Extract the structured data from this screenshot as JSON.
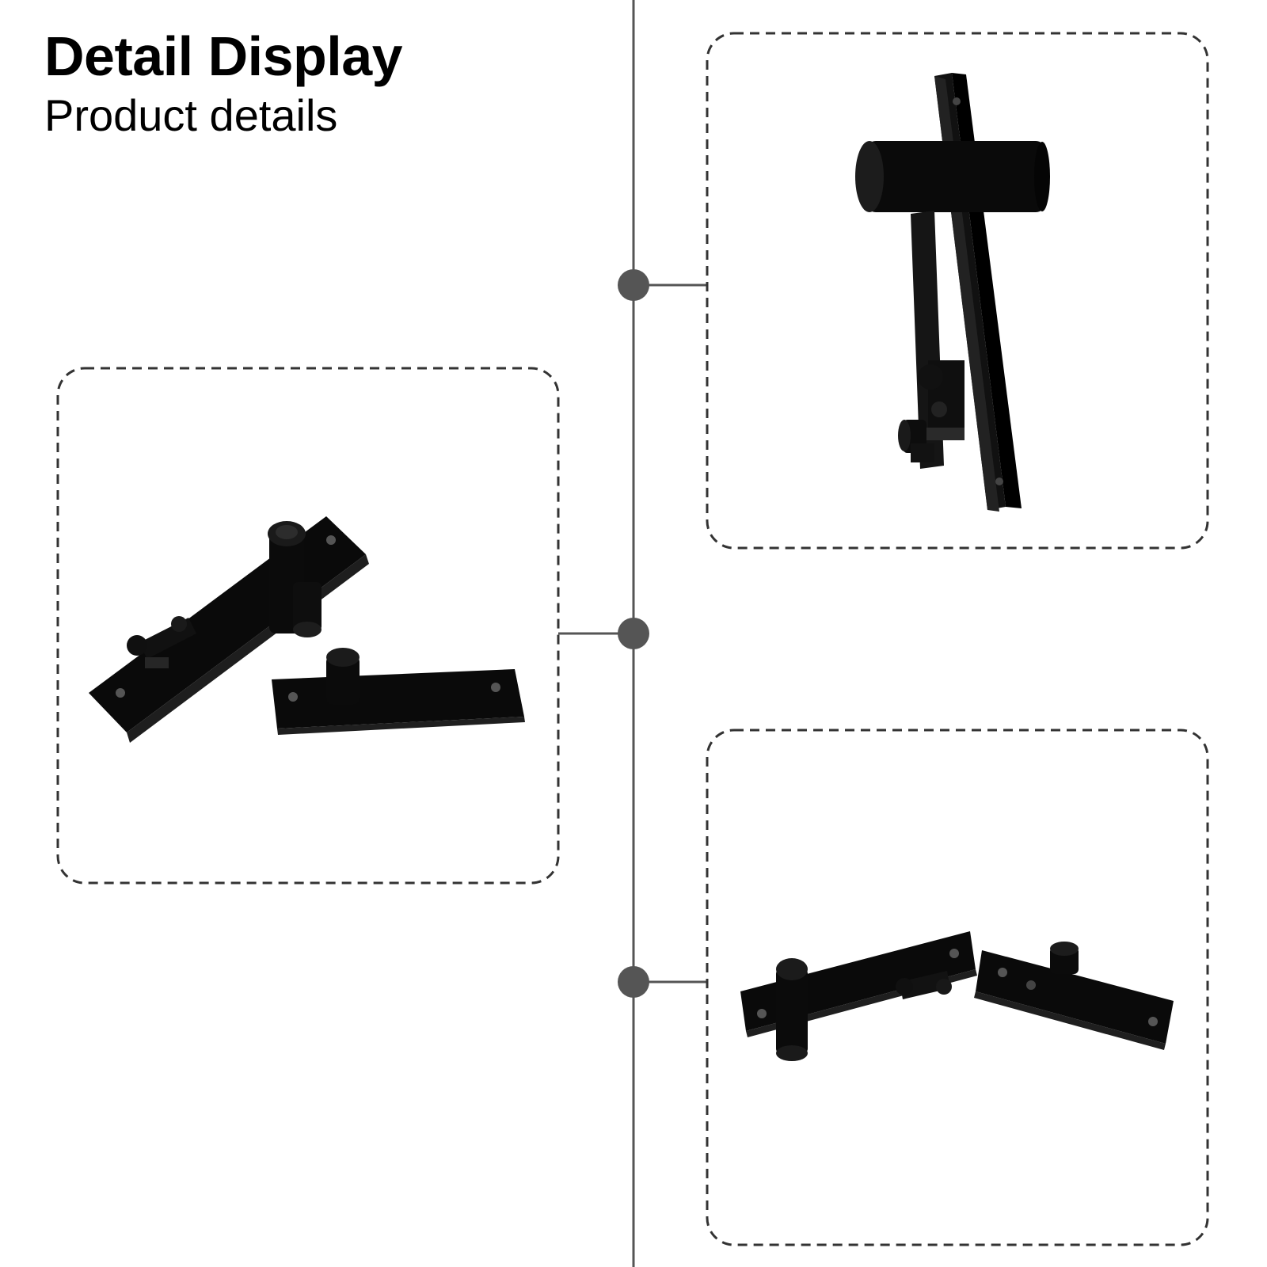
{
  "heading": {
    "title": "Detail Display",
    "subtitle": "Product details"
  },
  "colors": {
    "background": "#ffffff",
    "connector": "#555555",
    "frame": "#333333",
    "product": "#0a0a0a"
  },
  "panels": [
    {
      "id": "top-right",
      "subject": "pivot-hinge-side-view"
    },
    {
      "id": "left",
      "subject": "pivot-hinge-pair-angled"
    },
    {
      "id": "bottom-right",
      "subject": "pivot-hinge-pair-flat"
    }
  ]
}
